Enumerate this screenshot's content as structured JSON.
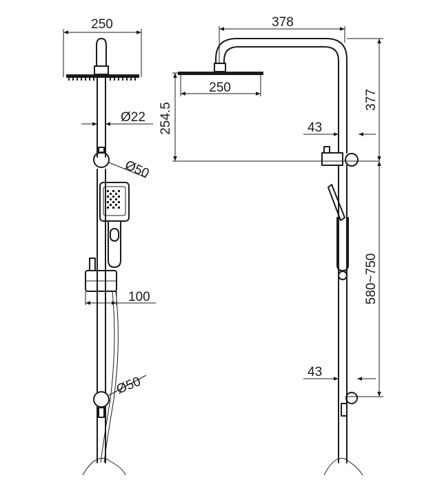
{
  "front_view": {
    "head_width": "250",
    "pipe_diameter": "Ø22",
    "upper_joint_diameter": "Ø50",
    "holder_depth": "100",
    "lower_joint_diameter": "Ø50"
  },
  "side_view": {
    "arm_reach": "378",
    "head_width": "250",
    "head_drop": "254.5",
    "arm_height": "377",
    "upper_offset": "43",
    "adjust_range": "580~750",
    "lower_offset": "43"
  }
}
